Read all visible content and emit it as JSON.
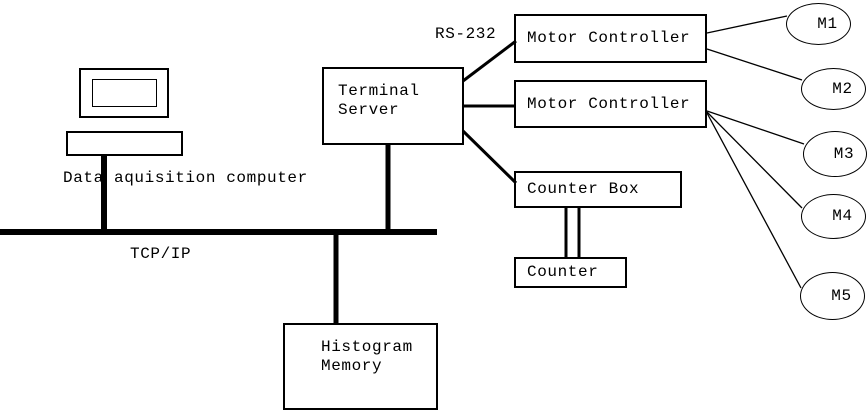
{
  "nodes": {
    "data_acquisition_computer": {
      "label": "Data aquisition computer"
    },
    "terminal_server": {
      "label": "Terminal\nServer"
    },
    "motor_controller_1": {
      "label": "Motor Controller"
    },
    "motor_controller_2": {
      "label": "Motor Controller"
    },
    "counter_box": {
      "label": "Counter Box"
    },
    "counter": {
      "label": "Counter"
    },
    "histogram_memory": {
      "label": "Histogram\nMemory"
    },
    "motors": [
      {
        "label": "M1"
      },
      {
        "label": "M2"
      },
      {
        "label": "M3"
      },
      {
        "label": "M4"
      },
      {
        "label": "M5"
      }
    ]
  },
  "labels": {
    "network_bus": "TCP/IP",
    "serial_link": "RS-232"
  },
  "connections": [
    {
      "from": "data_acquisition_computer",
      "to": "tcp_ip_bus"
    },
    {
      "from": "terminal_server",
      "to": "tcp_ip_bus"
    },
    {
      "from": "tcp_ip_bus",
      "to": "histogram_memory"
    },
    {
      "from": "terminal_server",
      "to": "motor_controller_1",
      "via": "RS-232"
    },
    {
      "from": "terminal_server",
      "to": "motor_controller_2"
    },
    {
      "from": "terminal_server",
      "to": "counter_box"
    },
    {
      "from": "counter_box",
      "to": "counter",
      "wires": 2
    },
    {
      "from": "motor_controller_1",
      "to": "M1"
    },
    {
      "from": "motor_controller_1",
      "to": "M2"
    },
    {
      "from": "motor_controller_2",
      "to": "M3"
    },
    {
      "from": "motor_controller_2",
      "to": "M4"
    },
    {
      "from": "motor_controller_2",
      "to": "M5"
    }
  ],
  "colors": {
    "line": "#000000",
    "background": "#ffffff"
  }
}
